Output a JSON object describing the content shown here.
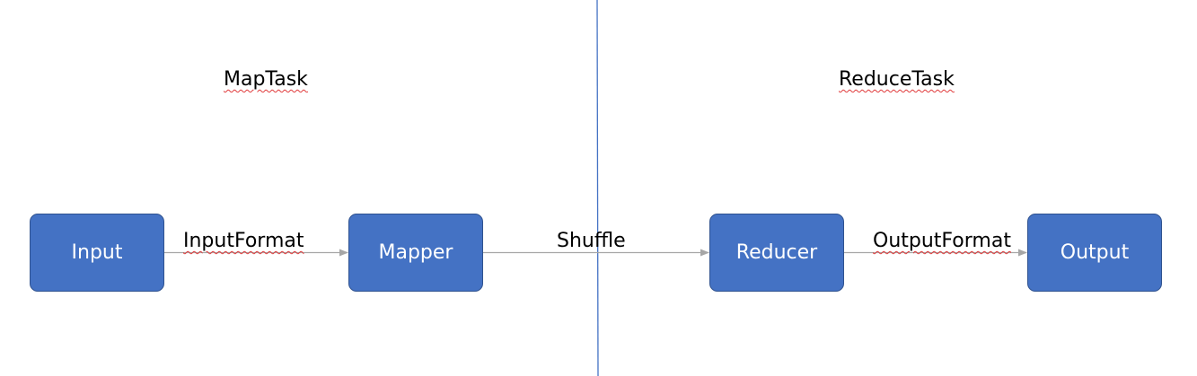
{
  "sections": {
    "map_title": "MapTask",
    "reduce_title": "ReduceTask"
  },
  "nodes": {
    "input": "Input",
    "mapper": "Mapper",
    "reducer": "Reducer",
    "output": "Output"
  },
  "edges": {
    "input_to_mapper": "InputFormat",
    "mapper_to_reducer": "Shuffle",
    "reducer_to_output": "OutputFormat"
  },
  "colors": {
    "node_fill": "#4472c4",
    "node_border": "#2f528f",
    "node_text": "#ffffff",
    "divider": "#4472c4",
    "arrow": "#a6a6a6",
    "spellcheck": "#e0393a"
  }
}
